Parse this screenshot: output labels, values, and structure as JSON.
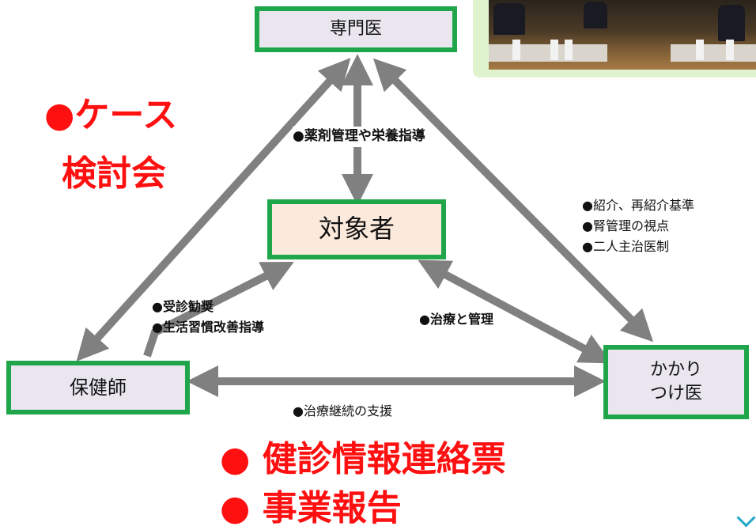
{
  "nodes": {
    "specialist": "専門医",
    "target": "対象者",
    "public_health_nurse": "保健師",
    "family_doctor_line1": "かかり",
    "family_doctor_line2": "つけ医"
  },
  "edge_labels": {
    "specialist_target": "●薬剤管理や栄養指導",
    "nurse_target_1": "●受診勧奨",
    "nurse_target_2": "●生活習慣改善指導",
    "target_doctor": "●治療と管理",
    "nurse_doctor": "●治療継続の支援",
    "specialist_doctor_1": "●紹介、再紹介基準",
    "specialist_doctor_2": "●腎管理の視点",
    "specialist_doctor_3": "●二人主治医制"
  },
  "highlights": {
    "case_line1": "●ケース",
    "case_line2": "検討会",
    "bottom_line1": "● 健診情報連絡票",
    "bottom_line2": "● 事業報告"
  },
  "colors": {
    "node_border": "#1fa64a",
    "arrow": "#808080",
    "highlight": "#ff1010"
  }
}
